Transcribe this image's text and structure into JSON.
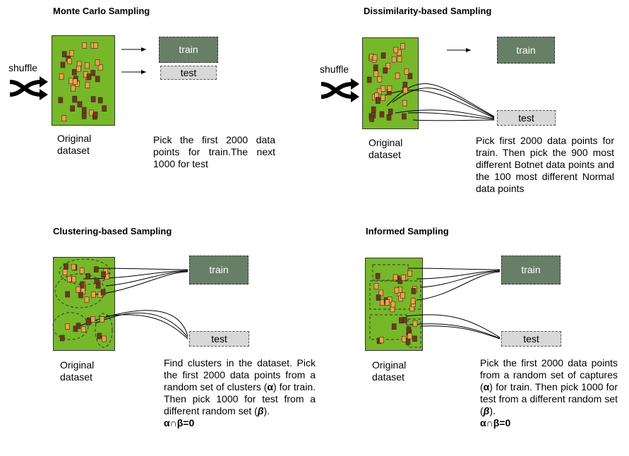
{
  "panels": {
    "monte_carlo": {
      "title": "Monte Carlo Sampling",
      "shuffle": "shuffle",
      "train": "train",
      "test": "test",
      "dataset": "Original dataset",
      "description": "Pick the first 2000 data points for train.The next 1000 for test"
    },
    "dissimilarity": {
      "title": "Dissimilarity-based Sampling",
      "shuffle": "shuffle",
      "train": "train",
      "test": "test",
      "dataset": "Original dataset",
      "description": "Pick first 2000 data points for train. Then pick the 900 most different Botnet data points and the 100 most different Normal data points"
    },
    "clustering": {
      "title": "Clustering-based  Sampling",
      "train": "train",
      "test": "test",
      "dataset": "Original dataset",
      "description_main": "Find clusters in the dataset. Pick the first 2000 data points from a random set of clusters (",
      "alpha": "α",
      "description_mid": ") for train. Then pick 1000 for test from a different random set (",
      "beta": "β",
      "description_end": ").",
      "formula": "α∩β=0"
    },
    "informed": {
      "title": "Informed  Sampling",
      "train": "train",
      "test": "test",
      "dataset": "Original dataset",
      "description_main": "Pick the first 2000 data points from a random set of captures (",
      "alpha": "α",
      "description_mid": ") for train. Then pick 1000 for test from a different random set (",
      "beta": "β",
      "description_end": ").",
      "formula": "α∩β=0"
    }
  },
  "colors": {
    "dataset_green": "#76b82a",
    "train_box": "#677f67",
    "test_box": "#d8d8d8",
    "light_point": "#f0a050",
    "dark_point": "#6b3a1f"
  }
}
